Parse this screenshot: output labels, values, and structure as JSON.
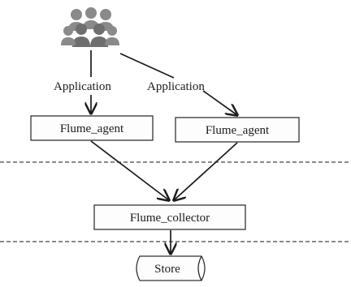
{
  "source": {
    "icon": "users-group-icon"
  },
  "edges": {
    "left_label": "Application",
    "right_label": "Application"
  },
  "nodes": {
    "agent_left": "Flume_agent",
    "agent_right": "Flume_agent",
    "collector": "Flume_collector",
    "store": "Store"
  },
  "colors": {
    "ink": "#1a1a1a",
    "icon": "#7a7a7a",
    "background": "#ffffff"
  }
}
